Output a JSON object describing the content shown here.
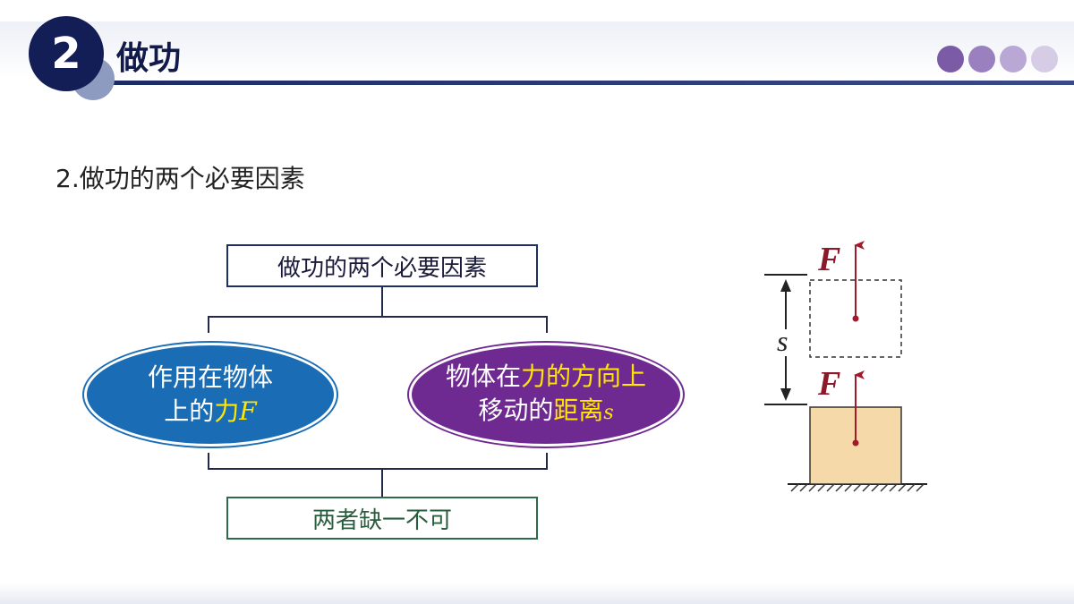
{
  "header": {
    "number": "2",
    "title": "做功",
    "dots": [
      {
        "color": "#7b5aa6"
      },
      {
        "color": "#9a80bf"
      },
      {
        "color": "#b9a8d6"
      },
      {
        "color": "#d6cce6"
      }
    ]
  },
  "section_title": "2.做功的两个必要因素",
  "diagram": {
    "top_box": "做功的两个必要因素",
    "left_node": {
      "line1": "作用在物体",
      "line2_prefix": "上的",
      "highlight": "力",
      "variable": "F"
    },
    "right_node": {
      "line1_prefix": "物体在",
      "line1_highlight": "力的方向上",
      "line2_prefix": "移动的",
      "line2_highlight": "距离",
      "variable": "s"
    },
    "bottom_box": "两者缺一不可"
  },
  "illustration": {
    "force_label_top": "F",
    "force_label_bottom": "F",
    "distance_label": "s"
  },
  "colors": {
    "navy": "#131e56",
    "blue_node": "#1a6db5",
    "purple_node": "#6f2a91",
    "highlight": "#ffe600",
    "block": "#f5d9a8",
    "arrow": "#a01a2a"
  }
}
